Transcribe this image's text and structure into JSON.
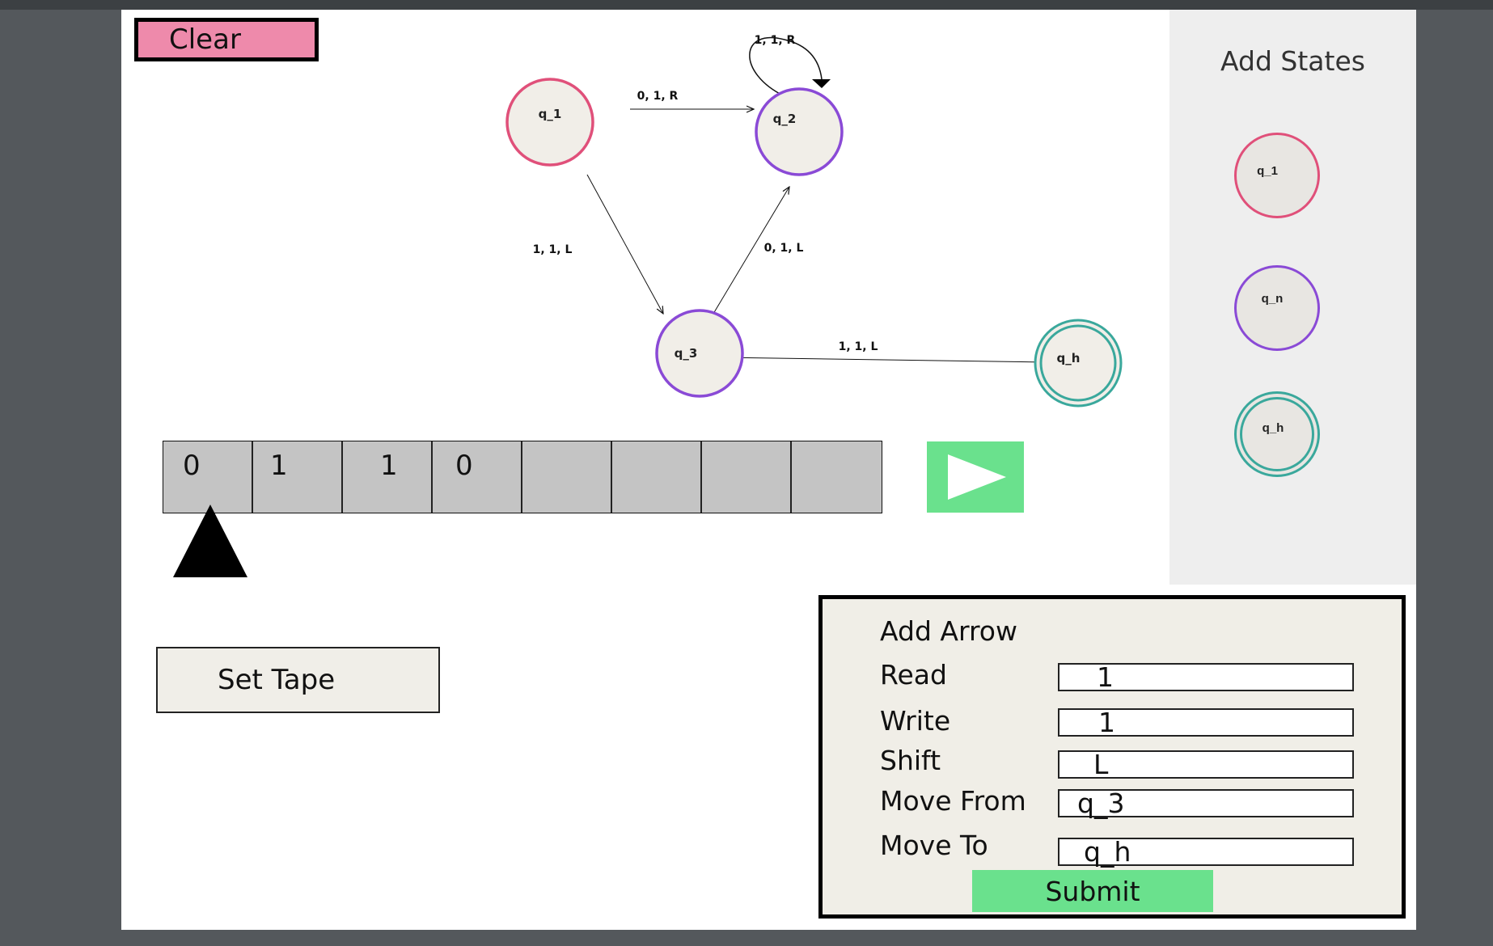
{
  "toolbar": {
    "clear_label": "Clear"
  },
  "palette": {
    "title": "Add States",
    "states": [
      {
        "label": "q_1",
        "color": "#e0507a",
        "kind": "initial"
      },
      {
        "label": "q_n",
        "color": "#8a4ad6",
        "kind": "normal"
      },
      {
        "label": "q_h",
        "color": "#3aa89c",
        "kind": "halt"
      }
    ]
  },
  "graph": {
    "states": [
      {
        "id": "q1",
        "label": "q_1",
        "color": "#e0507a"
      },
      {
        "id": "q2",
        "label": "q_2",
        "color": "#8a4ad6"
      },
      {
        "id": "q3",
        "label": "q_3",
        "color": "#8a4ad6"
      },
      {
        "id": "qh",
        "label": "q_h",
        "color": "#3aa89c"
      }
    ],
    "transitions": [
      {
        "from": "q2",
        "to": "q2",
        "label": "1, 1, R"
      },
      {
        "from": "q1",
        "to": "q2",
        "label": "0, 1, R"
      },
      {
        "from": "q1",
        "to": "q3",
        "label": "1, 1, L"
      },
      {
        "from": "q3",
        "to": "q2",
        "label": "0, 1, L"
      },
      {
        "from": "q3",
        "to": "qh",
        "label": "1, 1, L"
      }
    ]
  },
  "tape": {
    "cells": [
      "0",
      "1",
      "1",
      "0",
      "",
      "",
      "",
      ""
    ],
    "head_position": 0
  },
  "controls": {
    "run_icon": "play-icon",
    "run_color": "#6ae18d",
    "set_tape_label": "Set Tape"
  },
  "add_arrow": {
    "title": "Add Arrow",
    "fields": [
      {
        "label": "Read",
        "value": "1"
      },
      {
        "label": "Write",
        "value": "1"
      },
      {
        "label": "Shift",
        "value": "L"
      },
      {
        "label": "Move From",
        "value": "q_3"
      },
      {
        "label": "Move To",
        "value": "q_h"
      }
    ],
    "submit_label": "Submit"
  }
}
